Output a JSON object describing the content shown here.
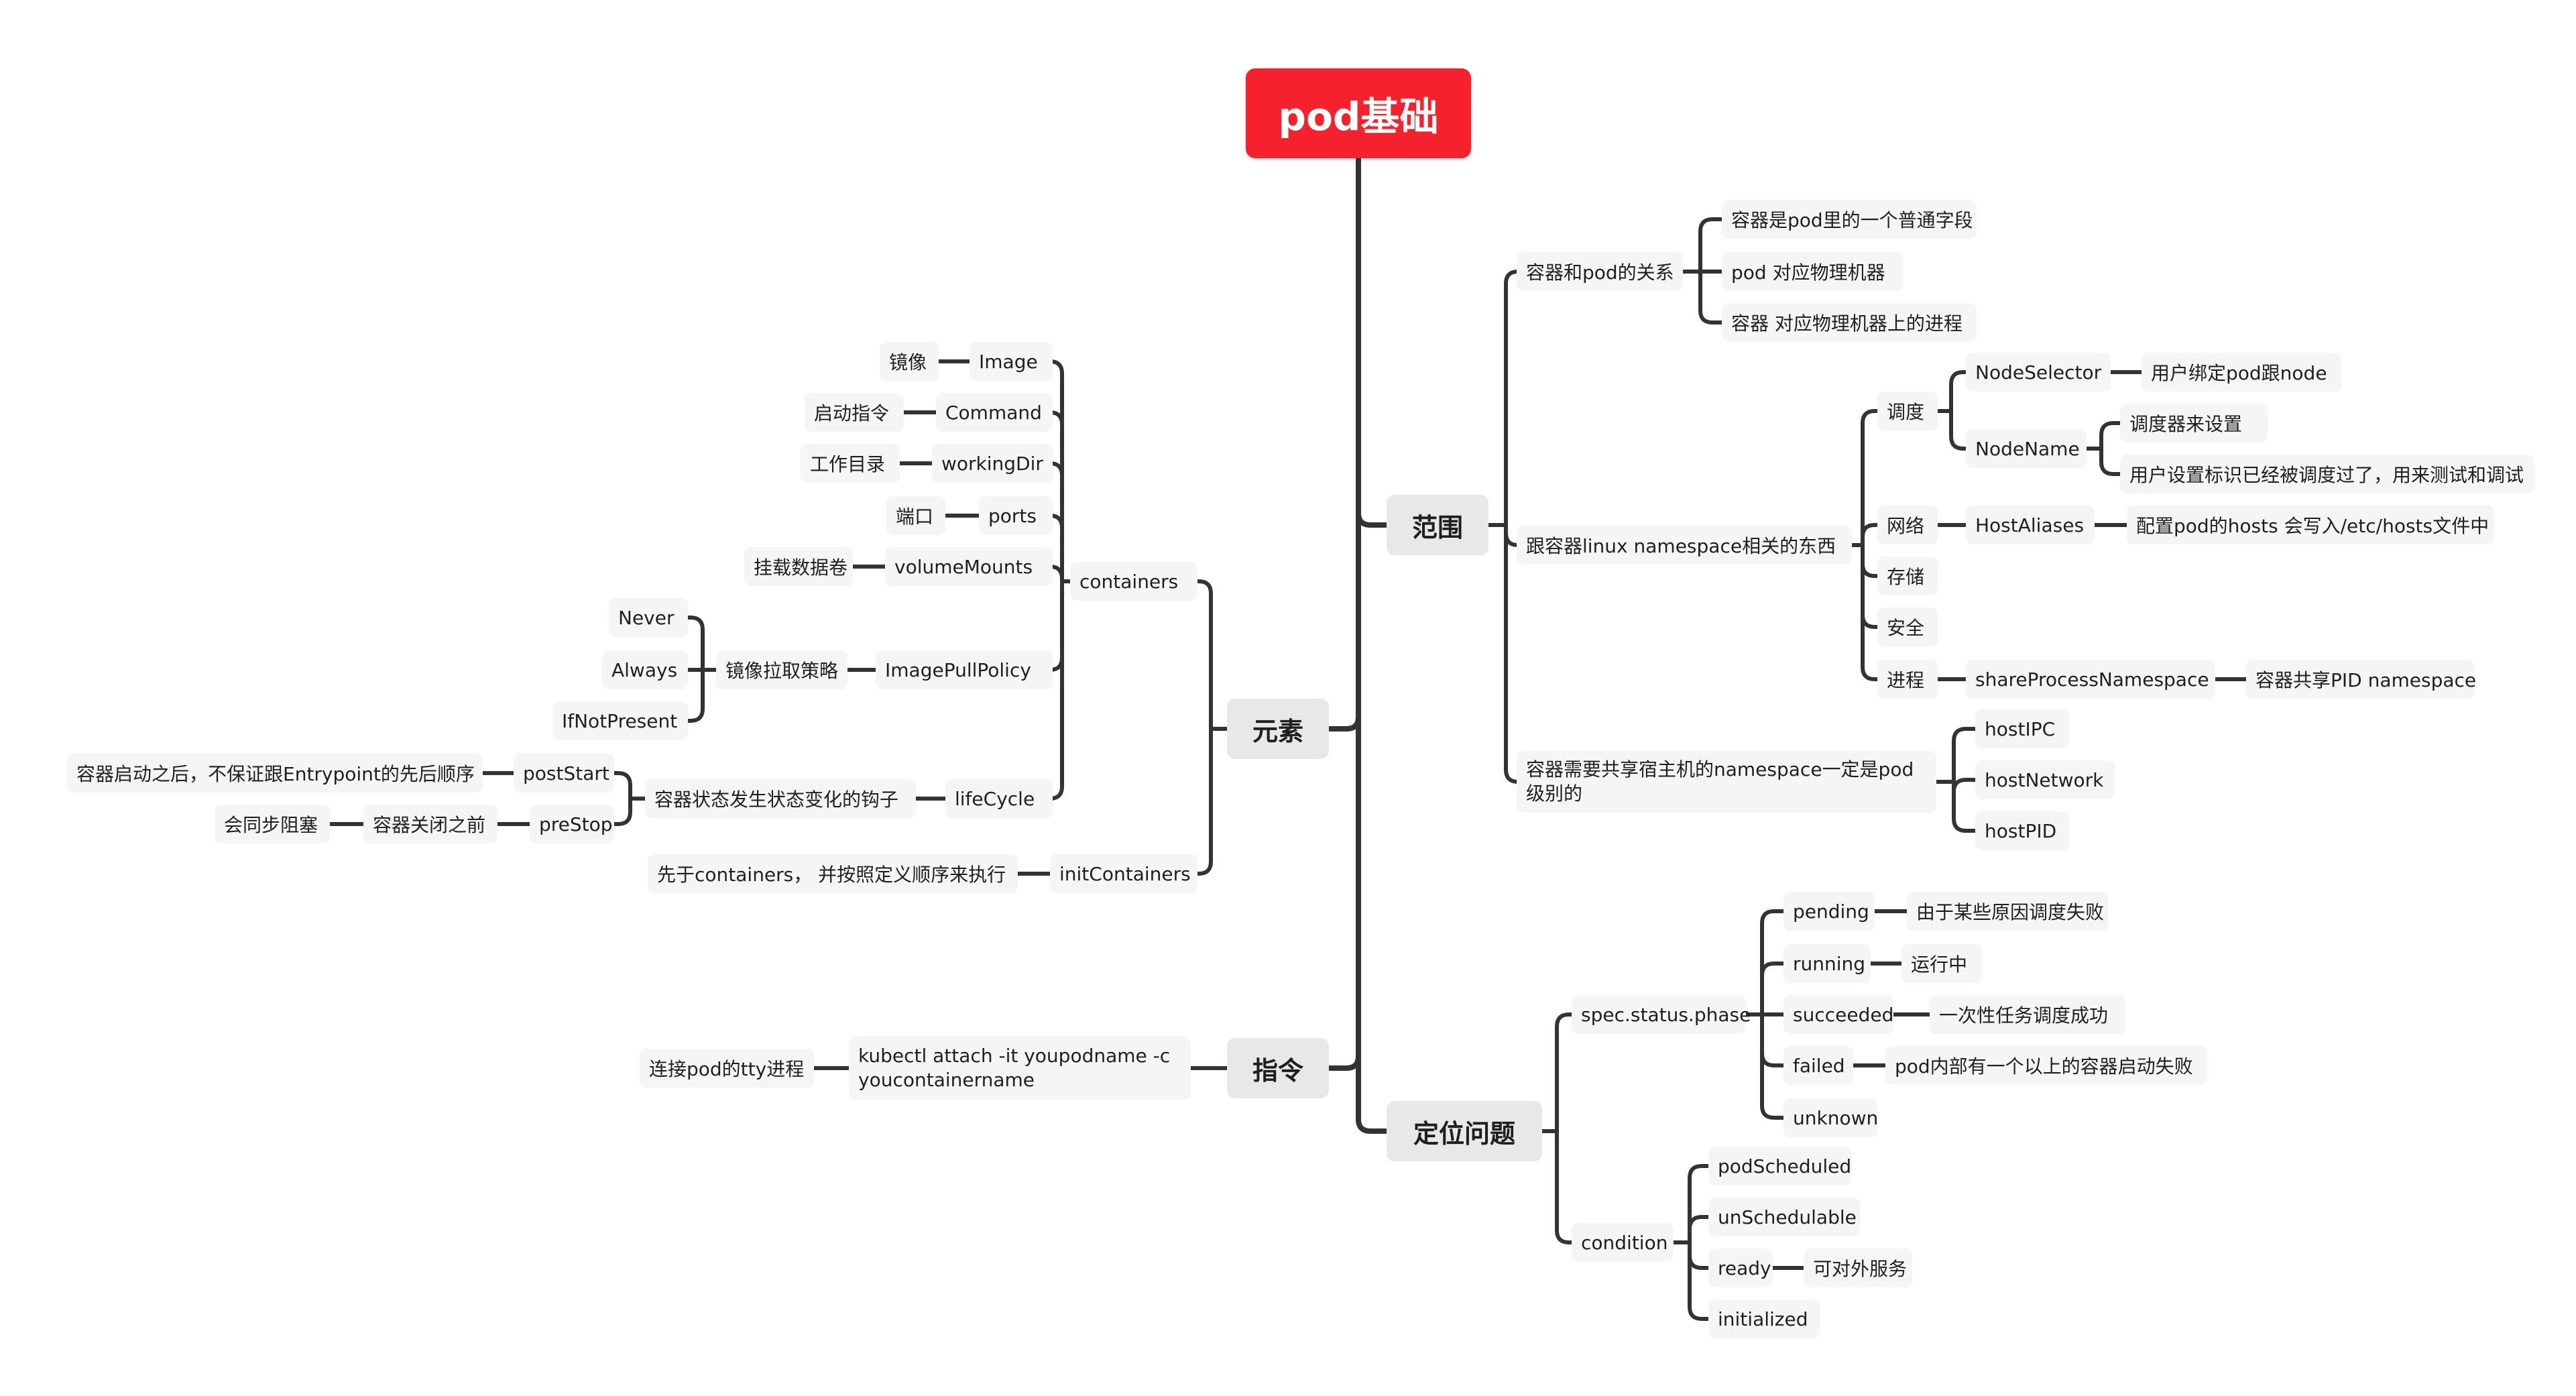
{
  "root": {
    "title": "pod基础"
  },
  "branches": {
    "scope": "范围",
    "elements": "元素",
    "commands": "指令",
    "troubleshoot": "定位问题"
  },
  "scope": {
    "relation": "容器和pod的关系",
    "relation_items": [
      "容器是pod里的一个普通字段",
      "pod 对应物理机器",
      "容器 对应物理机器上的进程"
    ],
    "namespace": "跟容器linux namespace相关的东西",
    "schedule": "调度",
    "node_selector": "NodeSelector",
    "node_selector_desc": "用户绑定pod跟node",
    "node_name": "NodeName",
    "node_name_desc1": "调度器来设置",
    "node_name_desc2": "用户设置标识已经被调度过了，用来测试和调试",
    "network": "网络",
    "host_aliases": "HostAliases",
    "host_aliases_desc": "配置pod的hosts 会写入/etc/hosts文件中",
    "storage": "存储",
    "security": "安全",
    "process": "进程",
    "share_pns": "shareProcessNamespace",
    "share_pns_desc": "容器共享PID namespace",
    "host_ns": "容器需要共享宿主机的namespace一定是pod级别的",
    "host_ns_items": [
      "hostIPC",
      "hostNetwork",
      "hostPID"
    ]
  },
  "elements": {
    "containers": "containers",
    "image": "Image",
    "image_desc": "镜像",
    "command": "Command",
    "command_desc": "启动指令",
    "working_dir": "workingDir",
    "working_dir_desc": "工作目录",
    "ports": "ports",
    "ports_desc": "端口",
    "volume_mounts": "volumeMounts",
    "volume_mounts_desc": "挂载数据卷",
    "pull_policy": "ImagePullPolicy",
    "pull_policy_desc": "镜像拉取策略",
    "pull_options": [
      "Never",
      "Always",
      "IfNotPresent"
    ],
    "lifecycle": "lifeCycle",
    "lifecycle_desc": "容器状态发生状态变化的钩子",
    "post_start": "postStart",
    "post_start_desc": "容器启动之后，不保证跟Entrypoint的先后顺序",
    "pre_stop": "preStop",
    "pre_stop_desc": "容器关闭之前",
    "pre_stop_desc2": "会同步阻塞",
    "init_containers": "initContainers",
    "init_containers_desc": "先于containers， 并按照定义顺序来执行"
  },
  "commands": {
    "attach": "kubectl attach -it  youpodname  -c youcontainername",
    "attach_desc": "连接pod的tty进程"
  },
  "troubleshoot": {
    "phase": "spec.status.phase",
    "pending": "pending",
    "pending_desc": "由于某些原因调度失败",
    "running": "running",
    "running_desc": "运行中",
    "succeeded": "succeeded",
    "succeeded_desc": "一次性任务调度成功",
    "failed": "failed",
    "failed_desc": "pod内部有一个以上的容器启动失败",
    "unknown": "unknown",
    "condition": "condition",
    "pod_scheduled": "podScheduled",
    "unschedulable": "unSchedulable",
    "ready": "ready",
    "ready_desc": "可对外服务",
    "initialized": "initialized"
  },
  "colors": {
    "root_bg": "#f5222d",
    "line": "#333333",
    "leaf_bg": "#f5f5f5",
    "main_bg": "#e8e8e8"
  }
}
